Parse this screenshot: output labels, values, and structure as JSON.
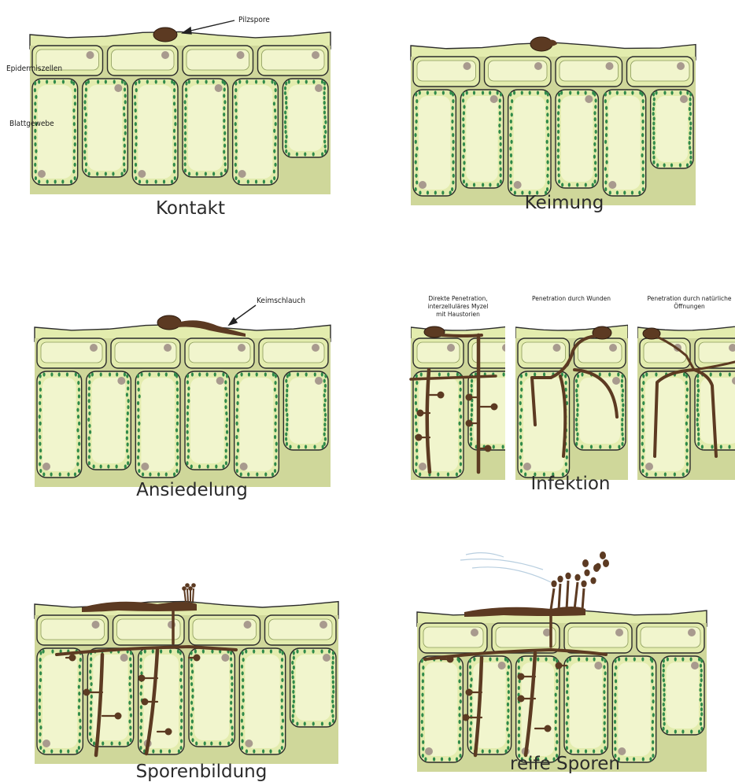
{
  "labels": {
    "pilzspore": "Pilzspore",
    "epidermiszellen": "Epidermiszellen",
    "blattgewebe": "Blattgewebe",
    "keimschlauch": "Keimschlauch"
  },
  "stages": {
    "kontakt": "Kontakt",
    "keimung": "Keimung",
    "ansiedelung": "Ansiedelung",
    "infektion": "Infektion",
    "sporenbildung": "Sporenbildung",
    "reife_sporen": "reife Sporen"
  },
  "infection_routes": {
    "direct_line1": "Direkte Penetration,",
    "direct_line2": "interzelluläres Myzel",
    "direct_line3": "mit Haustorien",
    "wounds": "Penetration durch Wunden",
    "natural_line1": "Penetration durch natürliche",
    "natural_line2": "Öffnungen"
  },
  "colors": {
    "cell_fill": "#e3ecae",
    "cell_inner": "#f1f5cd",
    "cell_outline": "#2b2b2b",
    "chloroplast": "#2f8a4a",
    "nucleus": "#a89a8e",
    "fungus": "#5c3a22"
  }
}
